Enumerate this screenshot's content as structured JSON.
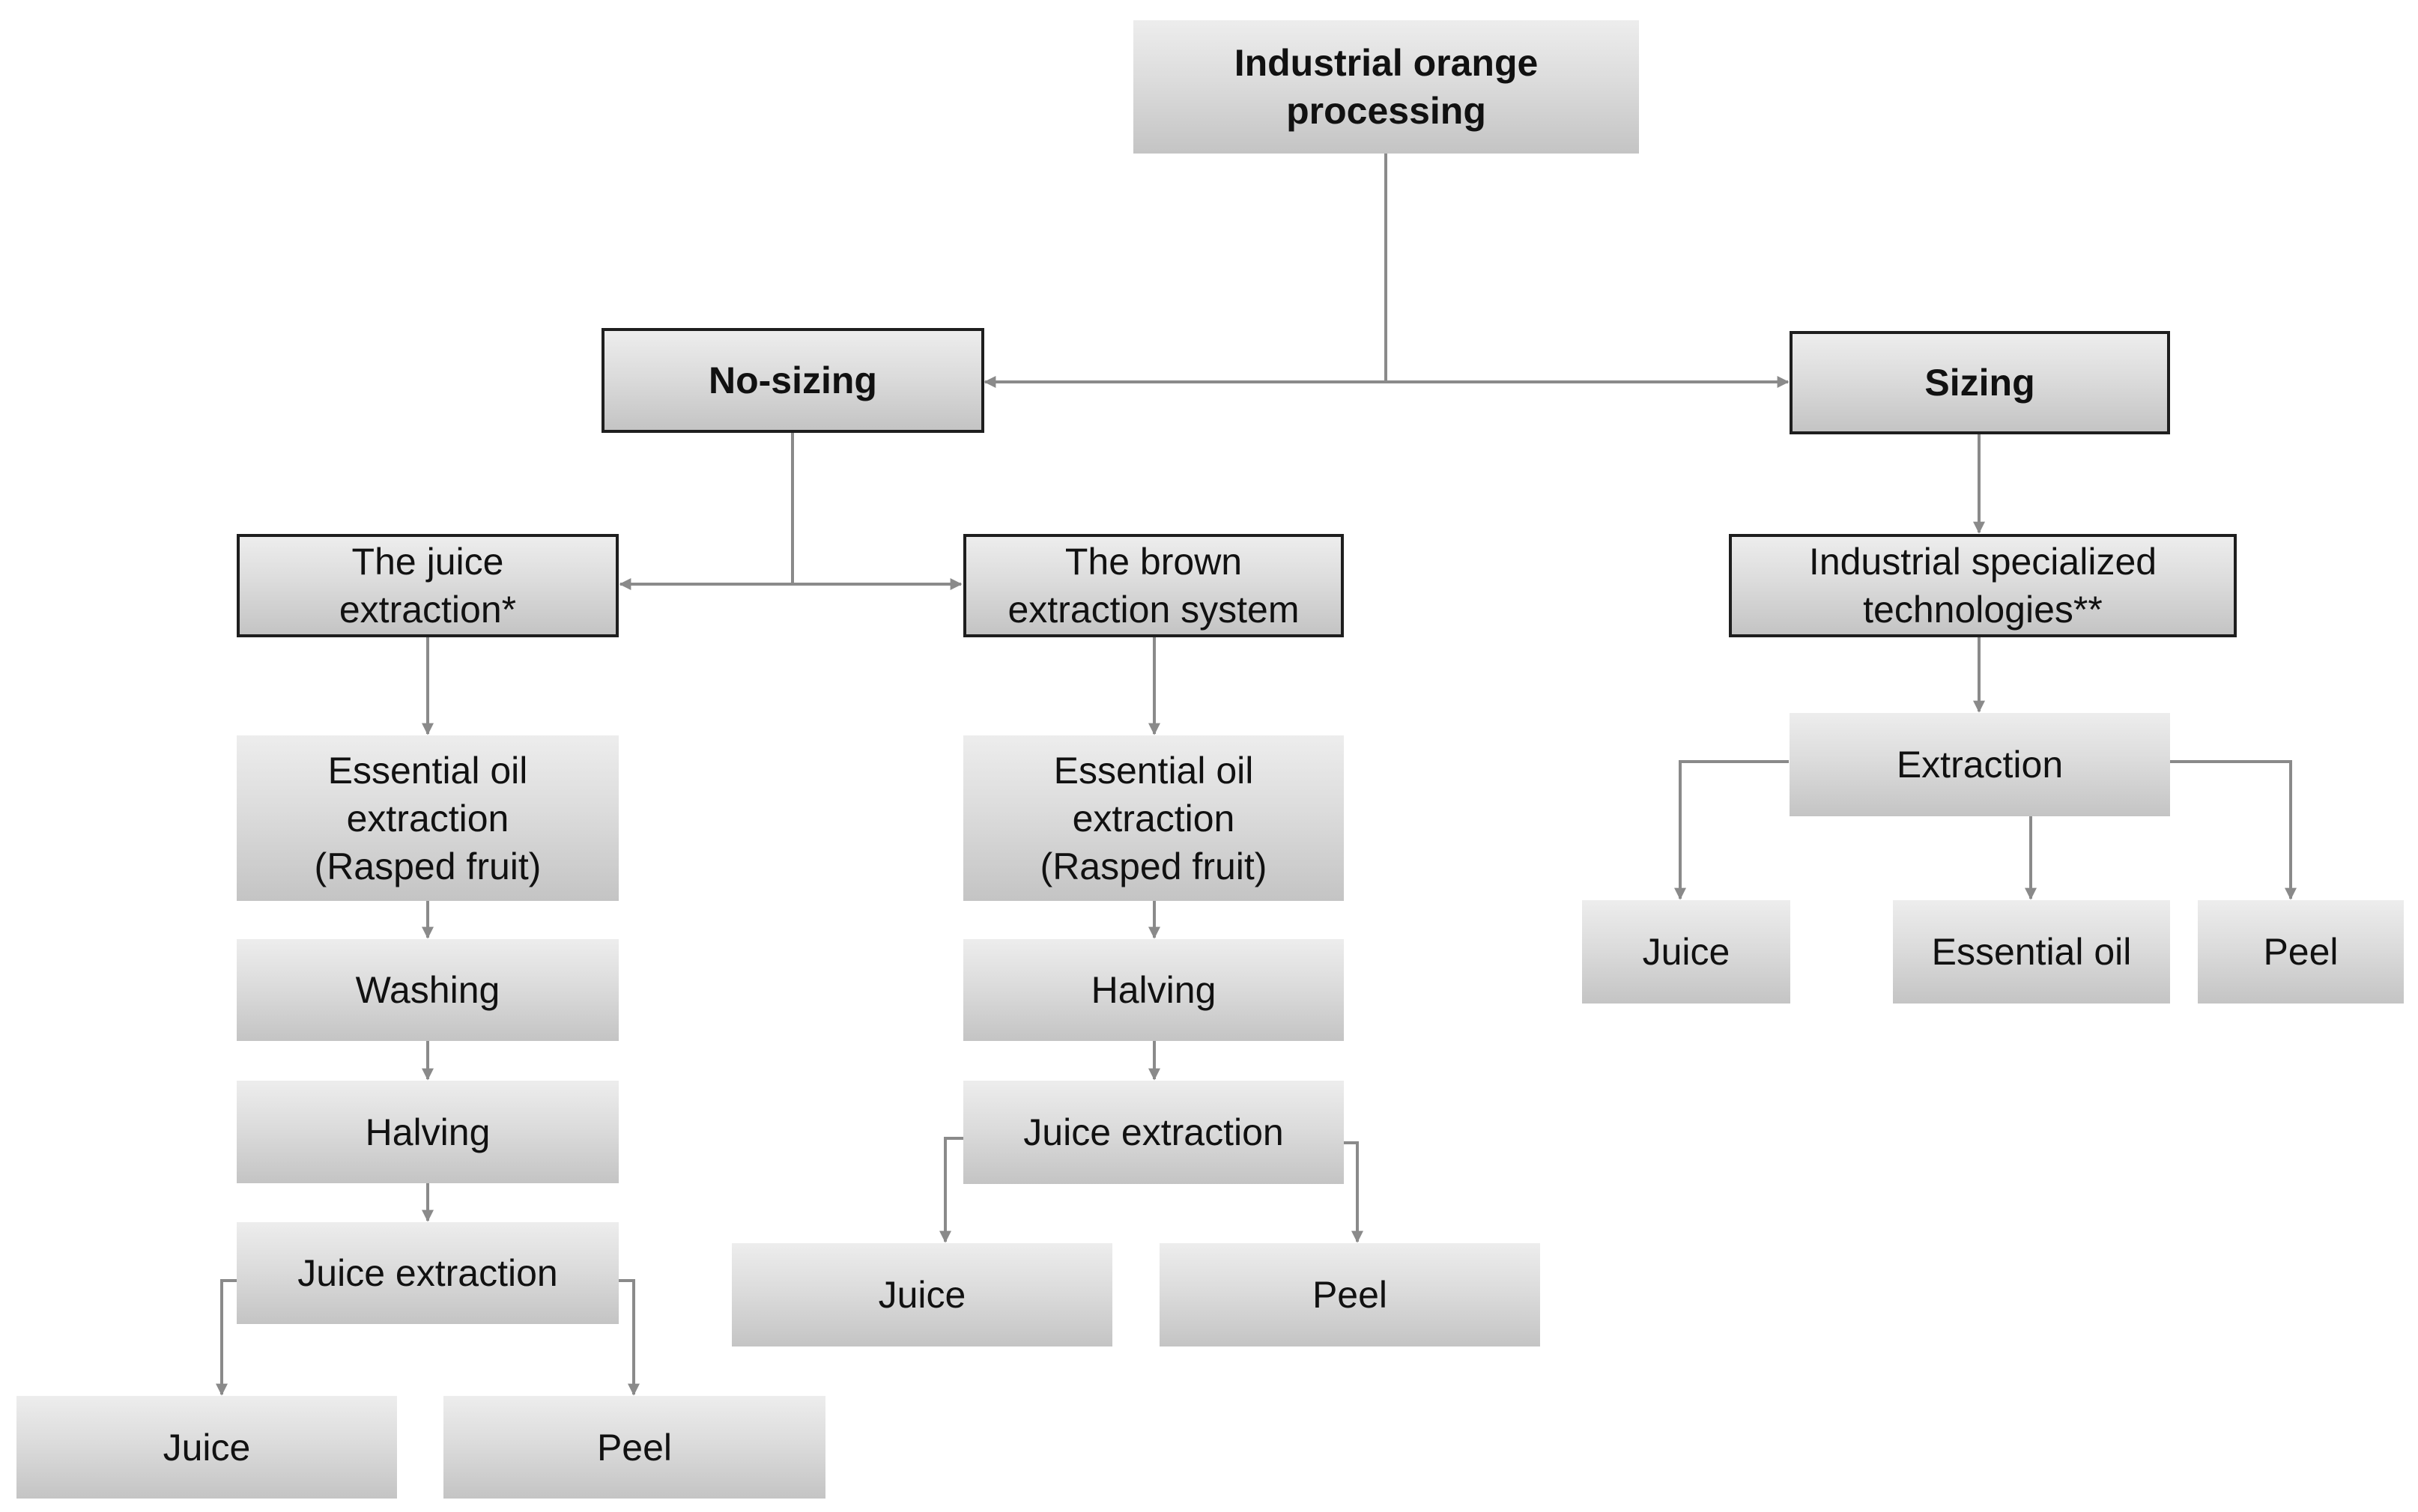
{
  "diagram": {
    "root": "Industrial orange\nprocessing",
    "no_sizing": {
      "label": "No-sizing",
      "juice_extraction": {
        "label": "The juice\nextraction*",
        "steps": [
          "Essential oil\nextraction\n(Rasped fruit)",
          "Washing",
          "Halving",
          "Juice extraction"
        ],
        "outputs": [
          "Juice",
          "Peel"
        ]
      },
      "brown_system": {
        "label": "The brown\nextraction system",
        "steps": [
          "Essential oil\nextraction\n(Rasped fruit)",
          "Halving",
          "Juice extraction"
        ],
        "outputs": [
          "Juice",
          "Peel"
        ]
      }
    },
    "sizing": {
      "label": "Sizing",
      "technologies": "Industrial specialized\ntechnologies**",
      "extraction": "Extraction",
      "outputs": [
        "Juice",
        "Essential oil",
        "Peel"
      ]
    }
  }
}
